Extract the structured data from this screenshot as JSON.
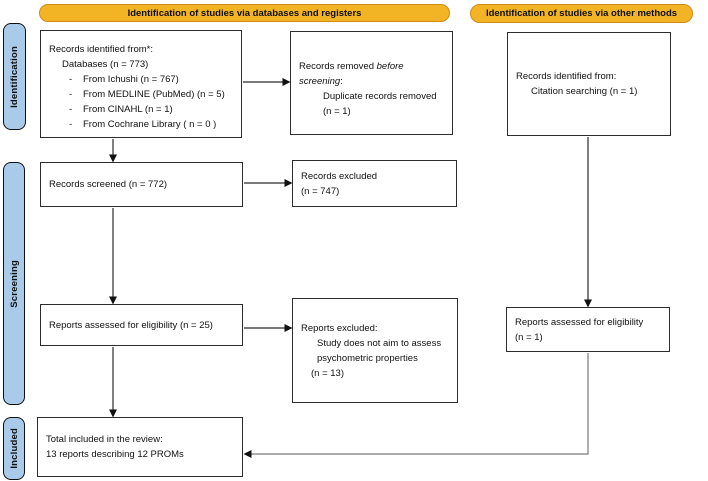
{
  "headers": {
    "databases": "Identification of studies via databases and registers",
    "other": "Identification of studies via other methods"
  },
  "stages": [
    {
      "label": "Identification"
    },
    {
      "label": "Screening"
    },
    {
      "label": "Included"
    }
  ],
  "colors": {
    "header_fill": "#F2B424",
    "header_border": "#CE8B16",
    "stage_fill": "#A9CBE9",
    "box_border": "#2d2d2d",
    "arrow_dark": "#2a2a2a",
    "arrow_gray": "#7a7a7a"
  },
  "boxes": {
    "records_identified": {
      "line1": "Records identified from*:",
      "line2": "Databases (n = 773)",
      "bullet_char": "-",
      "bullets": [
        "From Ichushi (n = 767)",
        "From MEDLINE (PubMed) (n = 5)",
        "From CINAHL (n = 1)",
        "From Cochrane Library ( n = 0 )"
      ]
    },
    "records_removed": {
      "seg_plain": "Records removed ",
      "seg_italic": "before screening",
      "seg_colon": ":",
      "line2": "Duplicate records removed",
      "line3": "(n = 1)"
    },
    "records_screened": {
      "text": "Records screened (n = 772)"
    },
    "records_excluded": {
      "line1": "Records excluded",
      "line2": "(n = 747)"
    },
    "reports_assessed_db": {
      "text": "Reports assessed for eligibility (n = 25)"
    },
    "reports_excluded": {
      "line1": "Reports excluded:",
      "line2": "Study does not aim to assess",
      "line3": "psychometric properties",
      "line4": "(n = 13)"
    },
    "total_included": {
      "line1": "Total included in the review:",
      "line2": "13 reports describing 12 PROMs"
    },
    "records_identified_other": {
      "line1": "Records identified from:",
      "line2": "Citation searching (n = 1)"
    },
    "reports_assessed_other": {
      "line1": "Reports assessed for eligibility",
      "line2": "(n = 1)"
    }
  }
}
